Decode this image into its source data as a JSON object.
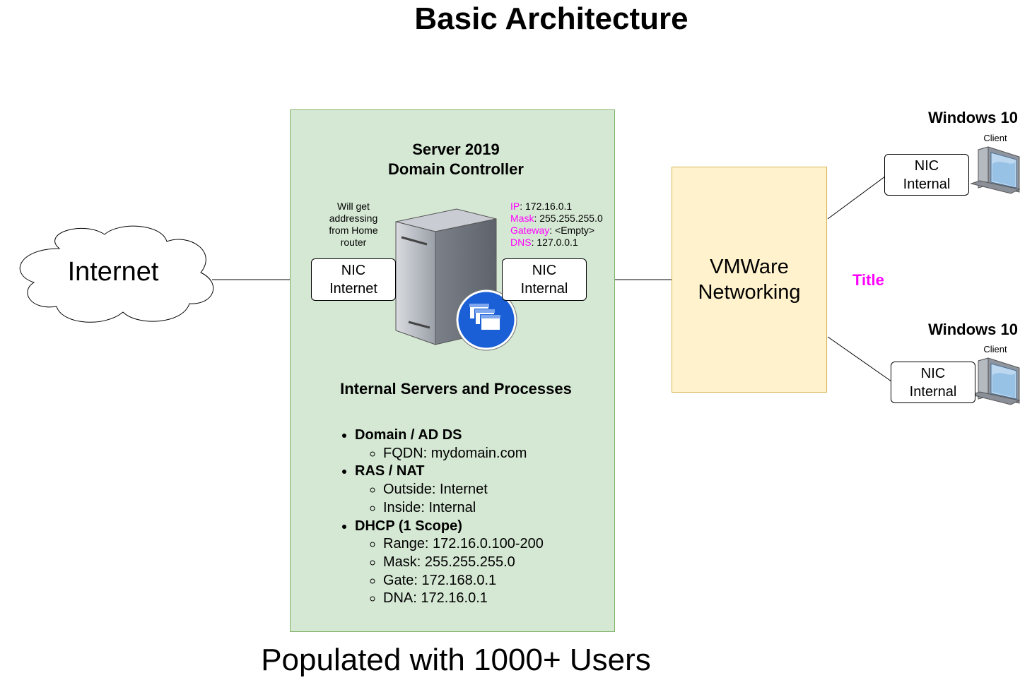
{
  "title": "Basic Architecture",
  "internet": {
    "label": "Internet"
  },
  "server": {
    "title_line1": "Server 2019",
    "title_line2": "Domain Controller",
    "external_note": [
      "Will get",
      "addressing",
      "from Home",
      "router"
    ],
    "nic_internet": {
      "line1": "NIC",
      "line2": "Internet"
    },
    "nic_internal": {
      "line1": "NIC",
      "line2": "Internal"
    },
    "config": {
      "ip_key": "IP",
      "ip_value": ": 172.16.0.1",
      "mask_key": "Mask",
      "mask_value": ": 255.255.255.0",
      "gateway_key": "Gateway",
      "gateway_value": ": <Empty>",
      "dns_key": "DNS",
      "dns_value": ": 127.0.0.1"
    },
    "processes_title": "Internal Servers and Processes",
    "processes": [
      {
        "name": "Domain / AD DS",
        "items": [
          "FQDN: mydomain.com"
        ]
      },
      {
        "name": "RAS / NAT",
        "items": [
          "Outside: Internet",
          "Inside: Internal"
        ]
      },
      {
        "name": "DHCP (1 Scope)",
        "items": [
          "Range: 172.16.0.100-200",
          "Mask: 255.255.255.0",
          "Gate: 172.168.0.1",
          "DNA: 172.16.0.1"
        ]
      }
    ]
  },
  "vmware": {
    "line1": "VMWare",
    "line2": "Networking"
  },
  "title_tag": "Title",
  "clients": [
    {
      "title": "Windows 10",
      "label": "Client",
      "nic": {
        "line1": "NIC",
        "line2": "Internal"
      }
    },
    {
      "title": "Windows 10",
      "label": "Client",
      "nic": {
        "line1": "NIC",
        "line2": "Internal"
      }
    }
  ],
  "footer": "Populated with 1000+ Users",
  "colors": {
    "server_fill": "#d5e8d4",
    "vmware_fill": "#fff2cc",
    "accent_text": "#ff00ff"
  }
}
